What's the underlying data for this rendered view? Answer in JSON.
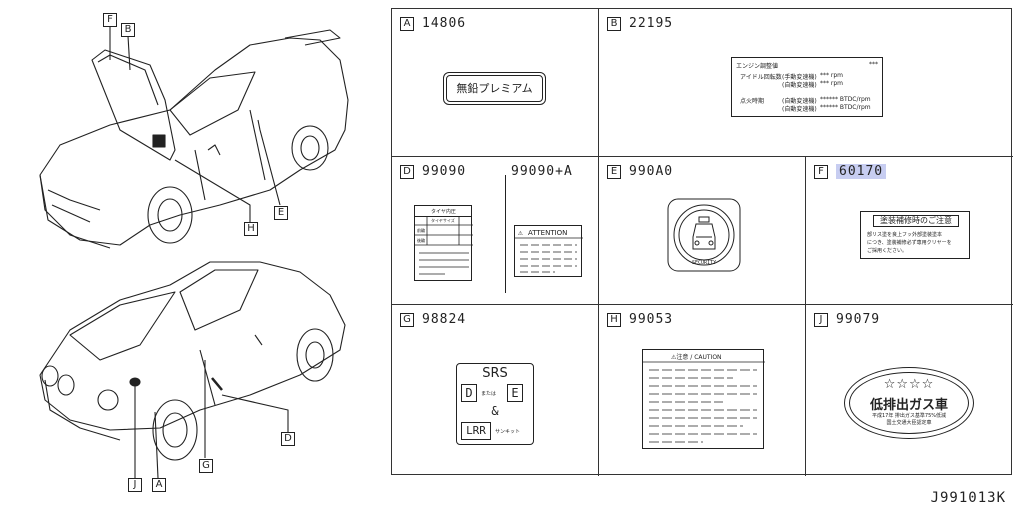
{
  "callouts": {
    "F": "F",
    "B": "B",
    "E": "E",
    "H": "H",
    "J": "J",
    "A": "A",
    "G": "G",
    "D": "D"
  },
  "cells": {
    "A": {
      "letter": "A",
      "part": "14806",
      "label_text": "無鉛プレミアム"
    },
    "B": {
      "letter": "B",
      "part": "22195",
      "label_title": "エンジン調整値",
      "label_rows": [
        {
          "k": "アイドル回転数",
          "a": "(手動変速機)",
          "b": "*** rpm"
        },
        {
          "k": "",
          "a": "(自動変速機)",
          "b": "*** rpm"
        },
        {
          "k": "点火時期",
          "a": "(自動変速機)",
          "b": "****** BTDC/rpm"
        },
        {
          "k": "",
          "a": "(自動変速機)",
          "b": "****** BTDC/rpm"
        }
      ]
    },
    "D": {
      "letter": "D",
      "part": "99090",
      "part2": "99090+A",
      "tire_title": "タイヤ内圧",
      "tire_col": "タイヤサイズ",
      "tire_r1": "前輪",
      "tire_r2": "後輪",
      "attention": "ATTENTION"
    },
    "E": {
      "letter": "E",
      "part": "990A0",
      "security": "SECURITY"
    },
    "F": {
      "letter": "F",
      "part": "60170",
      "label_title": "塗装補修時のご注意",
      "label_lines": [
        "部リス塗を良上フッ外部塗装塗本",
        "につき、塗装補修必ず専用クリヤーを",
        "ご採用ください。"
      ]
    },
    "G": {
      "letter": "G",
      "part": "98824",
      "srs": "SRS",
      "d": "D",
      "mataha": "または",
      "e": "E",
      "amp": "&",
      "lrr": "LRR",
      "sankit": "サンキット"
    },
    "H": {
      "letter": "H",
      "part": "99053",
      "caution": "⚠注意 / CAUTION"
    },
    "J": {
      "letter": "J",
      "part": "99079",
      "stars": "☆☆☆☆",
      "main": "低排出ガス車",
      "sub1": "平成17年 排出ガス基準75%低減",
      "sub2": "国土交通大臣認定車"
    }
  },
  "figure_code": "J991013K",
  "colors": {
    "highlight": "#c7cdf1",
    "line": "#222222"
  }
}
